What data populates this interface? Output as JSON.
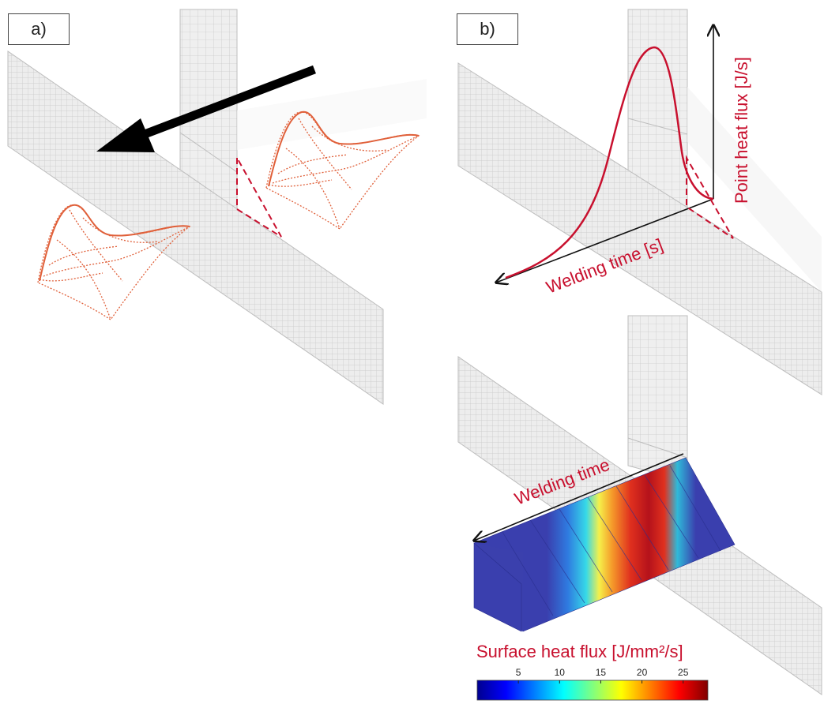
{
  "panels": {
    "a": {
      "label": "a)"
    },
    "b": {
      "label": "b)"
    }
  },
  "annotations": {
    "point_heat_flux_axis": "Point heat flux [J/s]",
    "welding_time_axis": "Welding time [s]",
    "welding_time_lower": "Welding time"
  },
  "colorbar": {
    "title": "Surface heat flux [J/mm²/s]",
    "ticks": [
      "5",
      "10",
      "15",
      "20",
      "25"
    ],
    "tick_values": [
      5,
      10,
      15,
      20,
      25
    ],
    "range": [
      0,
      28
    ],
    "colormap": "jet"
  },
  "colors": {
    "accent_red": "#c8102e",
    "mesh_fill": "#efefef",
    "mesh_line": "#c9c9c9",
    "heat_low": "#3a3fae"
  }
}
